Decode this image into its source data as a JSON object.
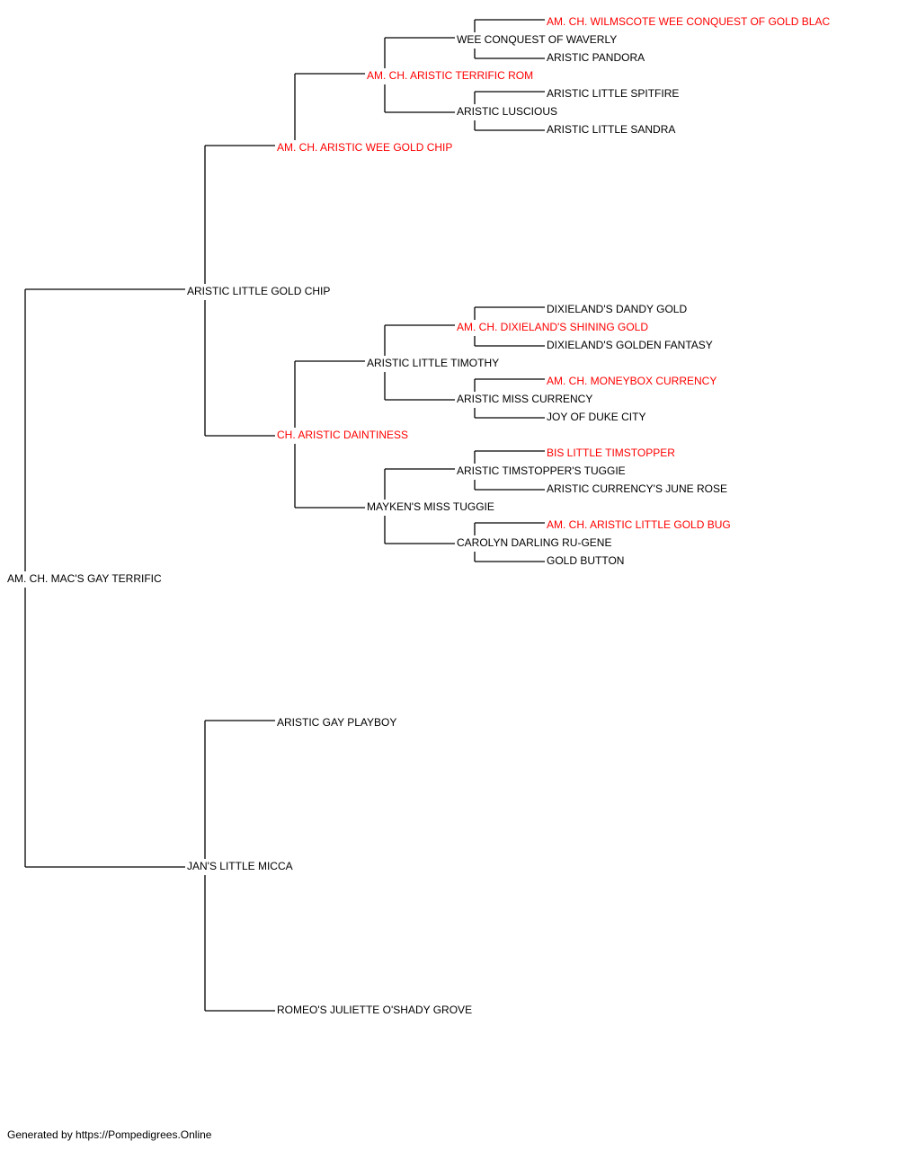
{
  "colors": {
    "champion": "#ff0000",
    "normal": "#000000",
    "line": "#000000"
  },
  "pedigree": {
    "subject": {
      "name": "AM. CH. MAC'S GAY TERRIFIC",
      "champion": false
    },
    "sire": {
      "name": "ARISTIC LITTLE GOLD CHIP",
      "champion": false,
      "sire": {
        "name": "AM. CH. ARISTIC WEE GOLD CHIP",
        "champion": true,
        "sire": {
          "name": "AM. CH. ARISTIC TERRIFIC ROM",
          "champion": true,
          "sire": {
            "name": "WEE CONQUEST OF WAVERLY",
            "champion": false,
            "sire": {
              "name": "AM. CH. WILMSCOTE WEE CONQUEST OF GOLD BLAC",
              "champion": true
            },
            "dam": {
              "name": "ARISTIC PANDORA",
              "champion": false
            }
          },
          "dam": {
            "name": "ARISTIC LUSCIOUS",
            "champion": false,
            "sire": {
              "name": "ARISTIC LITTLE SPITFIRE",
              "champion": false
            },
            "dam": {
              "name": "ARISTIC LITTLE SANDRA",
              "champion": false
            }
          }
        }
      },
      "dam": {
        "name": "CH. ARISTIC DAINTINESS",
        "champion": true,
        "sire": {
          "name": "ARISTIC LITTLE TIMOTHY",
          "champion": false,
          "sire": {
            "name": "AM. CH. DIXIELAND'S SHINING GOLD",
            "champion": true,
            "sire": {
              "name": "DIXIELAND'S DANDY GOLD",
              "champion": false
            },
            "dam": {
              "name": "DIXIELAND'S GOLDEN FANTASY",
              "champion": false
            }
          },
          "dam": {
            "name": "ARISTIC MISS CURRENCY",
            "champion": false,
            "sire": {
              "name": "AM. CH. MONEYBOX CURRENCY",
              "champion": true
            },
            "dam": {
              "name": "JOY OF DUKE CITY",
              "champion": false
            }
          }
        },
        "dam": {
          "name": "MAYKEN'S MISS TUGGIE",
          "champion": false,
          "sire": {
            "name": "ARISTIC TIMSTOPPER'S TUGGIE",
            "champion": false,
            "sire": {
              "name": "BIS LITTLE TIMSTOPPER",
              "champion": true
            },
            "dam": {
              "name": "ARISTIC CURRENCY'S JUNE ROSE",
              "champion": false
            }
          },
          "dam": {
            "name": "CAROLYN DARLING RU-GENE",
            "champion": false,
            "sire": {
              "name": "AM. CH. ARISTIC LITTLE GOLD BUG",
              "champion": true
            },
            "dam": {
              "name": "GOLD BUTTON",
              "champion": false
            }
          }
        }
      }
    },
    "dam": {
      "name": "JAN'S LITTLE MICCA",
      "champion": false,
      "sire": {
        "name": "ARISTIC GAY PLAYBOY",
        "champion": false
      },
      "dam": {
        "name": "ROMEO'S JULIETTE O'SHADY GROVE",
        "champion": false
      }
    }
  },
  "footer": "Generated by https://Pompedigrees.Online"
}
